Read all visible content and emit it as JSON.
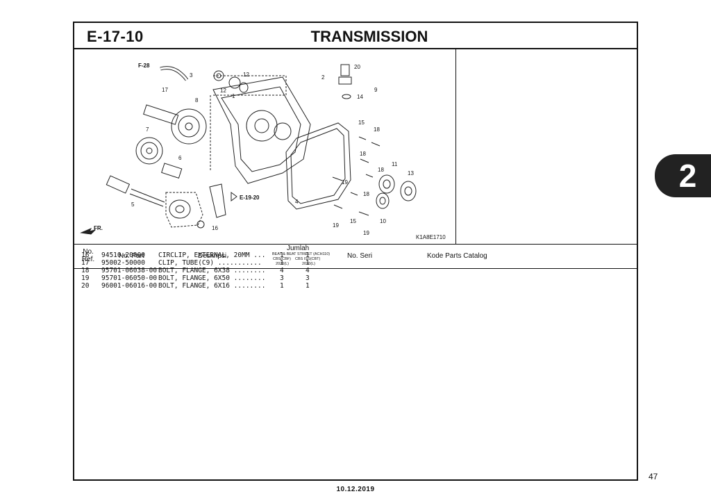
{
  "header": {
    "code": "E-17-10",
    "title": "TRANSMISSION"
  },
  "figure": {
    "ref_code": "K1A8E1710",
    "callouts": [
      "F-28",
      "3",
      "17",
      "8",
      "7",
      "6",
      "5",
      "12",
      "12",
      "1",
      "2",
      "20",
      "9",
      "14",
      "15",
      "18",
      "18",
      "18",
      "11",
      "13",
      "19",
      "18",
      "4",
      "19",
      "15",
      "10",
      "19",
      "16",
      "E-19-20",
      "FR."
    ]
  },
  "columns": {
    "no_ref": "No.\nRef.",
    "no_part": "No. Part",
    "deskripsi": "Deskripsi",
    "jumlah": "Jumlah",
    "jumlah_model": "BEAT & BEAT STREET (ACH110)",
    "variant_1": "CBS(CBF)",
    "variant_2": "CBS ISS(CBT)",
    "year_1": "2020(L)",
    "year_2": "2020(L)",
    "no_seri": "No. Seri",
    "kode_parts": "Kode Parts Catalog"
  },
  "parts": [
    {
      "ref": "16",
      "part": "94510-20000",
      "desc": "CIRCLIP, EXTERNAL, 20MM ...",
      "q1": "1",
      "q2": "1"
    },
    {
      "ref": "17",
      "part": "95002-50000",
      "desc": "CLIP, TUBE(C9) ...........",
      "q1": "1",
      "q2": "1"
    },
    {
      "ref": "18",
      "part": "95701-06038-00",
      "desc": "BOLT, FLANGE, 6X38 ........",
      "q1": "4",
      "q2": "4"
    },
    {
      "ref": "19",
      "part": "95701-06050-00",
      "desc": "BOLT, FLANGE, 6X50 ........",
      "q1": "3",
      "q2": "3"
    },
    {
      "ref": "20",
      "part": "96001-06016-00",
      "desc": "BOLT, FLANGE, 6X16 ........",
      "q1": "1",
      "q2": "1"
    }
  ],
  "side_tab": "2",
  "page_number": "47",
  "footer_date": "10.12.2019"
}
